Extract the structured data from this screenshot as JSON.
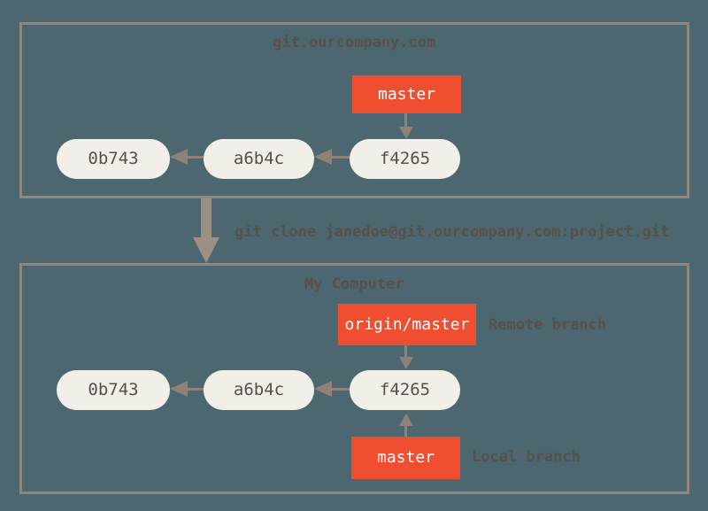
{
  "colors": {
    "background": "#4C6770",
    "box_border": "#8F877D",
    "branch_fill": "#F04E31",
    "branch_text": "#FFFFFF",
    "commit_fill": "#F1EFE8",
    "text": "#57504B",
    "arrow": "#8D8275",
    "clone_arrow": "#9A9083"
  },
  "server_box": {
    "title": "git.ourcompany.com",
    "branch": {
      "label": "master"
    },
    "commits": [
      "0b743",
      "a6b4c",
      "f4265"
    ]
  },
  "clone": {
    "command": "git clone janedoe@git.ourcompany.com:project.git"
  },
  "computer_box": {
    "title": "My Computer",
    "remote_branch": {
      "label": "origin/master",
      "annotation": "Remote branch"
    },
    "local_branch": {
      "label": "master",
      "annotation": "Local branch"
    },
    "commits": [
      "0b743",
      "a6b4c",
      "f4265"
    ]
  }
}
